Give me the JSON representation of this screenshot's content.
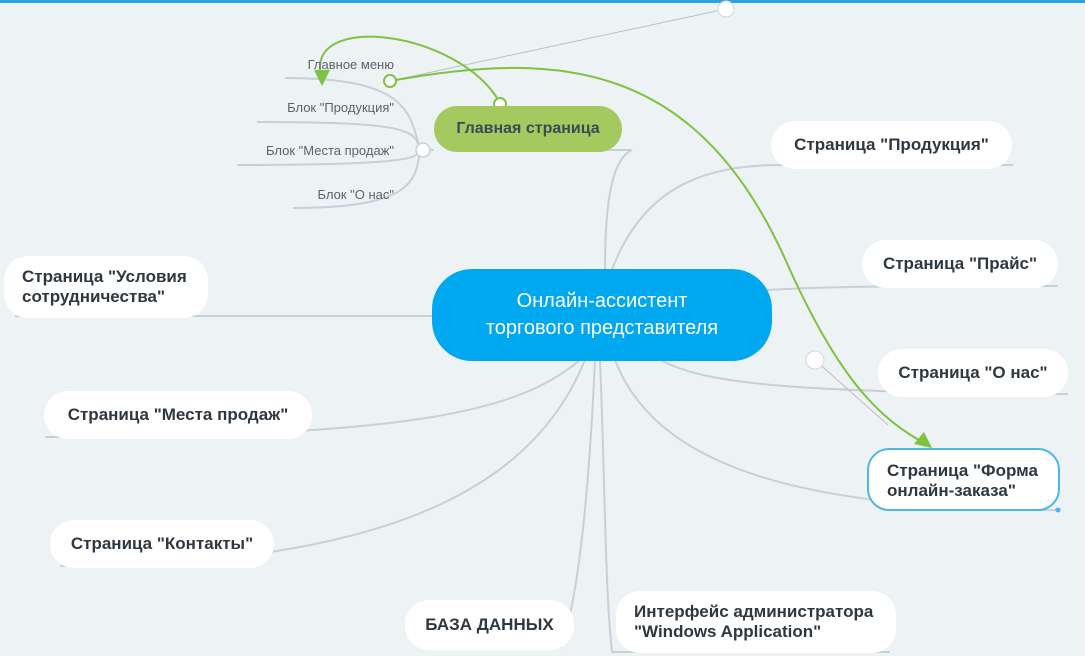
{
  "mindmap": {
    "central_topic": {
      "line1": "Онлайн-ассистент",
      "line2": "торгового представителя"
    },
    "main_page": {
      "title": "Главная страница",
      "children": [
        "Главное меню",
        "Блок \"Продукция\"",
        "Блок \"Места продаж\"",
        "Блок \"О нас\""
      ]
    },
    "branches": {
      "products_page": "Страница \"Продукция\"",
      "price_page": "Страница \"Прайс\"",
      "about_page": "Страница \"О нас\"",
      "order_form_page": {
        "line1": "Страница \"Форма",
        "line2": "онлайн-заказа\""
      },
      "admin_interface": {
        "line1": "Интерфейс администратора",
        "line2": "\"Windows Application\""
      },
      "database": "БАЗА ДАННЫХ",
      "contacts_page": "Страница \"Контакты\"",
      "sales_points_page": "Страница \"Места продаж\"",
      "cooperation_terms_page": {
        "line1": "Страница \"Условия",
        "line2": "сотрудничества\""
      }
    }
  },
  "colors": {
    "background": "#edf2f5",
    "central_fill": "#00a8f0",
    "main_page_fill": "#a4c95f",
    "relation_line": "#7ec242",
    "connector_line": "#c8d0d5",
    "selection_border": "#4ab7e8"
  }
}
